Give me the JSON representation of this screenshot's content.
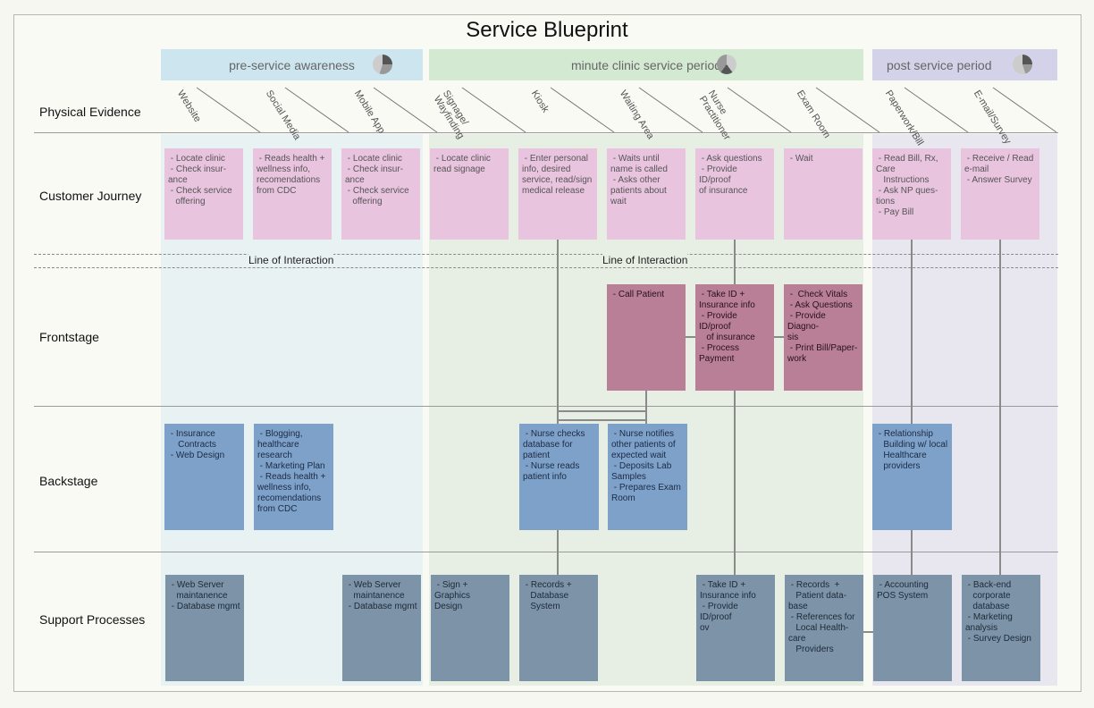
{
  "title": "Service Blueprint",
  "phases": [
    {
      "label": "pre-service awareness",
      "color": "#cfe6ef"
    },
    {
      "label": "minute clinic service period",
      "color": "#d5ead4"
    },
    {
      "label": "post service period",
      "color": "#d7d5e8"
    }
  ],
  "rows": {
    "physical_evidence": "Physical Evidence",
    "customer_journey": "Customer Journey",
    "frontstage": "Frontstage",
    "backstage": "Backstage",
    "support_processes": "Support Processes"
  },
  "line_of_interaction": [
    "Line of Interaction",
    "Line of Interaction"
  ],
  "evidence": [
    "Website",
    "Social Media",
    "Mobile App",
    "Signage/\nWayfinding",
    "Kiosk",
    "Waiting Area",
    "Nurse\nPractitioner",
    "Exam Room",
    "Paperwork/Bill",
    "E-mail/Survey"
  ],
  "customer_journey": [
    " - Locate clinic\n - Check insur-\nance\n - Check service\n   offering",
    " - Reads health +\nwellness info,\nrecomendations\nfrom CDC",
    " - Locate clinic\n - Check insur-\nance\n - Check service\n   offering",
    " - Locate clinic\nread signage",
    " - Enter personal\ninfo, desired\nservice, read/sign\nmedical release",
    " - Waits until\nname is called\n - Asks other\npatients about\nwait",
    " - Ask questions\n - Provide ID/proof\nof insurance",
    " - Wait",
    " - Read Bill, Rx,\nCare\n   Instructions\n - Ask NP ques-\ntions\n - Pay Bill",
    " - Receive / Read\ne-mail\n - Answer Survey"
  ],
  "frontstage": [
    " - Call Patient",
    " - Take ID +\nInsurance info\n - Provide ID/proof\n   of insurance\n - Process\nPayment",
    " -  Check Vitals\n - Ask Questions\n - Provide Diagno-\nsis\n - Print Bill/Paper-\nwork"
  ],
  "backstage": [
    " - Insurance\n    Contracts\n - Web Design",
    " - Blogging,\nhealthcare research\n - Marketing Plan\n - Reads health +\nwellness info,\nrecomendations\nfrom CDC",
    " - Nurse checks\ndatabase for\npatient\n - Nurse reads\npatient info",
    " - Nurse notifies\nother patients of\nexpected wait\n - Deposits Lab\nSamples\n - Prepares Exam\nRoom",
    " - Relationship\n   Building w/ local\n   Healthcare\n   providers"
  ],
  "support": [
    " - Web Server\n   maintanence\n - Database mgmt",
    " - Web Server\n   maintanence\n - Database mgmt",
    " - Sign + Graphics\nDesign",
    " - Records +\n   Database\n   System",
    " - Take ID +\nInsurance info\n - Provide ID/proof\nov",
    " - Records  +\n   Patient data-\nbase\n - References for\n   Local Health-\ncare\n   Providers",
    " - Accounting\nPOS System",
    " - Back-end\n   corporate\n   database\n - Marketing\nanalysis\n - Survey Design"
  ]
}
